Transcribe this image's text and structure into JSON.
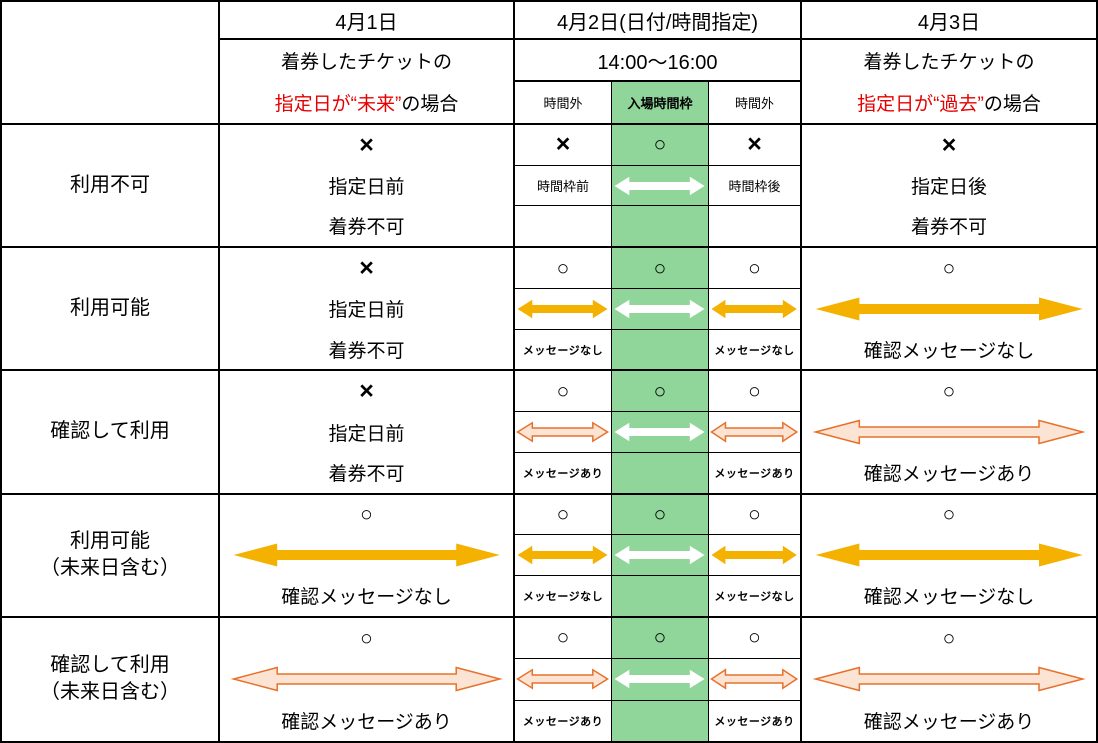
{
  "colors": {
    "green": "#90d59a",
    "gold": "#f5b100",
    "pale_fill": "#fce4d4",
    "pale_stroke": "#e8702a",
    "white": "#ffffff",
    "red_text": "#e60000"
  },
  "header": {
    "date1": "4月1日",
    "date2": "4月2日(日付/時間指定)",
    "date3": "4月3日",
    "col1_line1": "着券したチケットの",
    "col1_case_red": "指定日が“未来”",
    "col1_case_suffix": "の場合",
    "time_range": "14:00〜16:00",
    "sub_left": "時間外",
    "sub_center": "入場時間枠",
    "sub_right": "時間外",
    "col3_line1": "着券したチケットの",
    "col3_case_red": "指定日が“過去”",
    "col3_case_suffix": "の場合"
  },
  "rows": [
    {
      "label1": "利用不可",
      "label2": "",
      "c1": {
        "sym": "×",
        "mid_text": "指定日前",
        "mid_arrow": "",
        "bottom": "着券不可"
      },
      "tL": {
        "sym": "×",
        "mid_text": "時間枠前",
        "mid_arrow": "",
        "msg": ""
      },
      "tC": {
        "sym": "○",
        "mid_text": "",
        "mid_arrow": "white",
        "msg": ""
      },
      "tR": {
        "sym": "×",
        "mid_text": "時間枠後",
        "mid_arrow": "",
        "msg": ""
      },
      "c3": {
        "sym": "×",
        "mid_text": "指定日後",
        "mid_arrow": "",
        "bottom": "着券不可"
      }
    },
    {
      "label1": "利用可能",
      "label2": "",
      "c1": {
        "sym": "×",
        "mid_text": "指定日前",
        "mid_arrow": "",
        "bottom": "着券不可"
      },
      "tL": {
        "sym": "○",
        "mid_text": "",
        "mid_arrow": "gold",
        "msg": "メッセージなし"
      },
      "tC": {
        "sym": "○",
        "mid_text": "",
        "mid_arrow": "white",
        "msg": ""
      },
      "tR": {
        "sym": "○",
        "mid_text": "",
        "mid_arrow": "gold",
        "msg": "メッセージなし"
      },
      "c3": {
        "sym": "○",
        "mid_text": "",
        "mid_arrow": "gold",
        "bottom": "確認メッセージなし"
      }
    },
    {
      "label1": "確認して利用",
      "label2": "",
      "c1": {
        "sym": "×",
        "mid_text": "指定日前",
        "mid_arrow": "",
        "bottom": "着券不可"
      },
      "tL": {
        "sym": "○",
        "mid_text": "",
        "mid_arrow": "pale",
        "msg": "メッセージあり"
      },
      "tC": {
        "sym": "○",
        "mid_text": "",
        "mid_arrow": "white",
        "msg": ""
      },
      "tR": {
        "sym": "○",
        "mid_text": "",
        "mid_arrow": "pale",
        "msg": "メッセージあり"
      },
      "c3": {
        "sym": "○",
        "mid_text": "",
        "mid_arrow": "pale",
        "bottom": "確認メッセージあり"
      }
    },
    {
      "label1": "利用可能",
      "label2": "（未来日含む）",
      "c1": {
        "sym": "○",
        "mid_text": "",
        "mid_arrow": "gold",
        "bottom": "確認メッセージなし"
      },
      "tL": {
        "sym": "○",
        "mid_text": "",
        "mid_arrow": "gold",
        "msg": "メッセージなし"
      },
      "tC": {
        "sym": "○",
        "mid_text": "",
        "mid_arrow": "white",
        "msg": ""
      },
      "tR": {
        "sym": "○",
        "mid_text": "",
        "mid_arrow": "gold",
        "msg": "メッセージなし"
      },
      "c3": {
        "sym": "○",
        "mid_text": "",
        "mid_arrow": "gold",
        "bottom": "確認メッセージなし"
      }
    },
    {
      "label1": "確認して利用",
      "label2": "（未来日含む）",
      "c1": {
        "sym": "○",
        "mid_text": "",
        "mid_arrow": "pale",
        "bottom": "確認メッセージあり"
      },
      "tL": {
        "sym": "○",
        "mid_text": "",
        "mid_arrow": "pale",
        "msg": "メッセージあり"
      },
      "tC": {
        "sym": "○",
        "mid_text": "",
        "mid_arrow": "white",
        "msg": ""
      },
      "tR": {
        "sym": "○",
        "mid_text": "",
        "mid_arrow": "pale",
        "msg": "メッセージあり"
      },
      "c3": {
        "sym": "○",
        "mid_text": "",
        "mid_arrow": "pale",
        "bottom": "確認メッセージあり"
      }
    }
  ]
}
